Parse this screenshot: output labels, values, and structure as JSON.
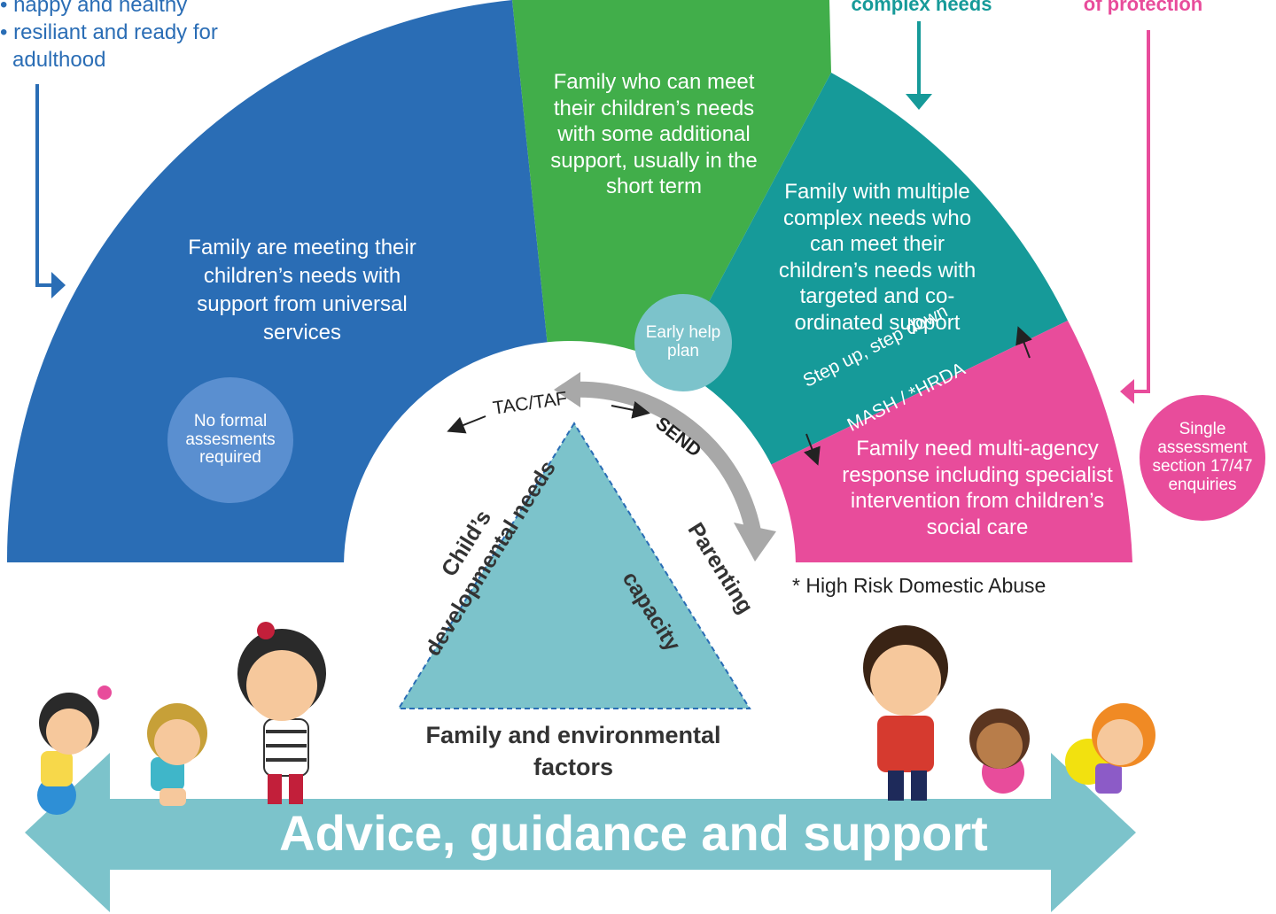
{
  "top_left": {
    "bullets": [
      "• happy and healthy",
      "• resiliant and ready for",
      "adulthood"
    ]
  },
  "top_right": {
    "complex_label": "complex needs",
    "protection_label": "of protection"
  },
  "segments": {
    "blue": "Family are meeting their children’s needs with support from universal services",
    "green": "Family who can meet their children’s needs with some additional support, usually in the short term",
    "teal": "Family with multiple complex needs who can meet their children’s needs with targeted and co-ordinated support",
    "pink": "Family need multi-agency response including specialist intervention from children’s social care"
  },
  "circles": {
    "no_formal": "No formal assesments required",
    "early_help": "Early help plan",
    "single_assessment": "Single assessment section 17/47 enquiries"
  },
  "arc_labels": {
    "tac_taf": "TAC/TAF",
    "send": "SEND",
    "step_up": "Step up, step down",
    "mash": "MASH / *HRDA"
  },
  "footnote": "* High Risk Domestic Abuse",
  "triangle": {
    "left_side": [
      "Child’s",
      "developmental needs"
    ],
    "right_side": [
      "Parenting",
      "capacity"
    ],
    "base": [
      "Family and environmental",
      "factors"
    ]
  },
  "banner": "Advice, guidance and support",
  "colors": {
    "blue": "#2a6db5",
    "green": "#41ae4a",
    "teal": "#169a99",
    "pink": "#e84c9b",
    "triangle": "#7cc3cb",
    "arrow": "#7cc3cb",
    "grey_arrow": "#a8a8a8"
  }
}
